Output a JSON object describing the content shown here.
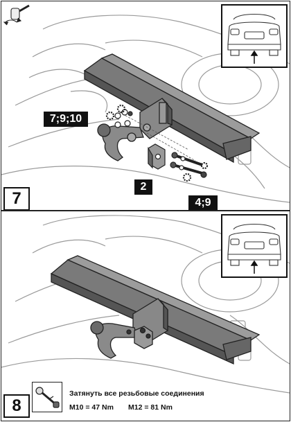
{
  "step7": {
    "number": "7",
    "callouts": {
      "bolts_left": "7;9;10",
      "bracket": "2",
      "bolts_right": "4;9"
    }
  },
  "step8": {
    "number": "8",
    "instruction": "Затянуть все резьбовые соединения",
    "torque_m10": "M10 = 47 Nm",
    "torque_m12": "M12 = 81 Nm"
  }
}
